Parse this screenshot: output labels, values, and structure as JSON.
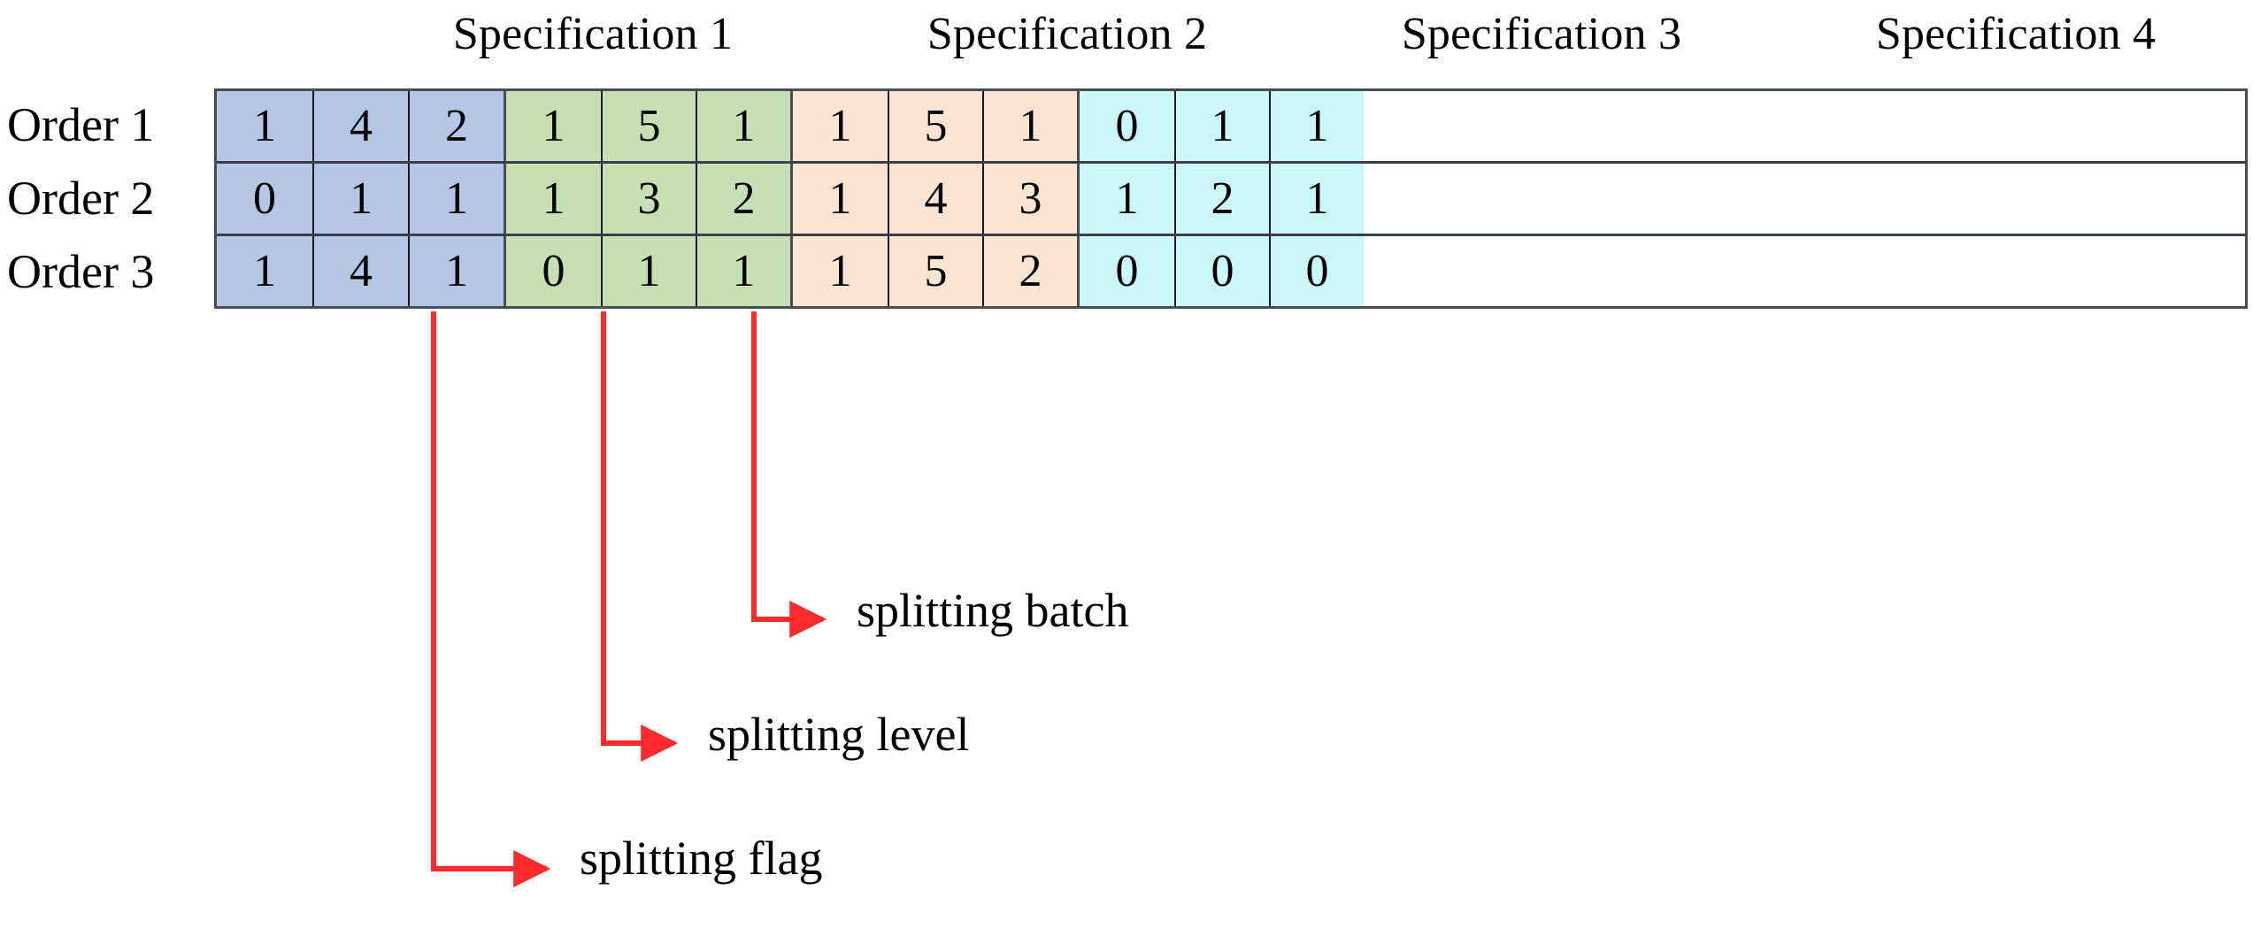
{
  "diagram": {
    "title_visible": false,
    "colors": {
      "spec1": "#b4c7e7",
      "spec2": "#c6e0b4",
      "spec3": "#fce4d2",
      "spec4": "#c9f7fb",
      "grid_border": "#474c55",
      "cell_border": "#1b1b1b",
      "annotation": "#fd2b2b",
      "text": "#000000",
      "background": "#ffffff"
    }
  },
  "header": {
    "specifications": [
      "Specification 1",
      "Specification 2",
      "Specification 3",
      "Specification 4"
    ]
  },
  "rows": [
    {
      "label": "Order 1"
    },
    {
      "label": "Order 2"
    },
    {
      "label": "Order 3"
    }
  ],
  "annotations": [
    {
      "name": "splitting-batch",
      "label": "splitting batch",
      "source_column_index": 2
    },
    {
      "name": "splitting-level",
      "label": "splitting level",
      "source_column_index": 1
    },
    {
      "name": "splitting-flag",
      "label": "splitting flag",
      "source_column_index": 0
    }
  ],
  "chart_data": {
    "type": "table",
    "title": "",
    "xlabel": "",
    "ylabel": "",
    "row_headers": [
      "Order 1",
      "Order 2",
      "Order 3"
    ],
    "column_groups": [
      {
        "name": "Specification 1",
        "color": "#b4c7e7",
        "sub_columns": [
          "splitting flag",
          "splitting level",
          "splitting batch"
        ]
      },
      {
        "name": "Specification 2",
        "color": "#c6e0b4",
        "sub_columns": [
          "splitting flag",
          "splitting level",
          "splitting batch"
        ]
      },
      {
        "name": "Specification 3",
        "color": "#fce4d2",
        "sub_columns": [
          "splitting flag",
          "splitting level",
          "splitting batch"
        ]
      },
      {
        "name": "Specification 4",
        "color": "#c9f7fb",
        "sub_columns": [
          "splitting flag",
          "splitting level",
          "splitting batch"
        ]
      }
    ],
    "values": [
      [
        [
          1,
          4,
          2
        ],
        [
          1,
          5,
          1
        ],
        [
          1,
          5,
          1
        ],
        [
          0,
          1,
          1
        ]
      ],
      [
        [
          0,
          1,
          1
        ],
        [
          1,
          3,
          2
        ],
        [
          1,
          4,
          3
        ],
        [
          1,
          2,
          1
        ]
      ],
      [
        [
          1,
          4,
          1
        ],
        [
          0,
          1,
          1
        ],
        [
          1,
          5,
          2
        ],
        [
          0,
          0,
          0
        ]
      ]
    ]
  }
}
